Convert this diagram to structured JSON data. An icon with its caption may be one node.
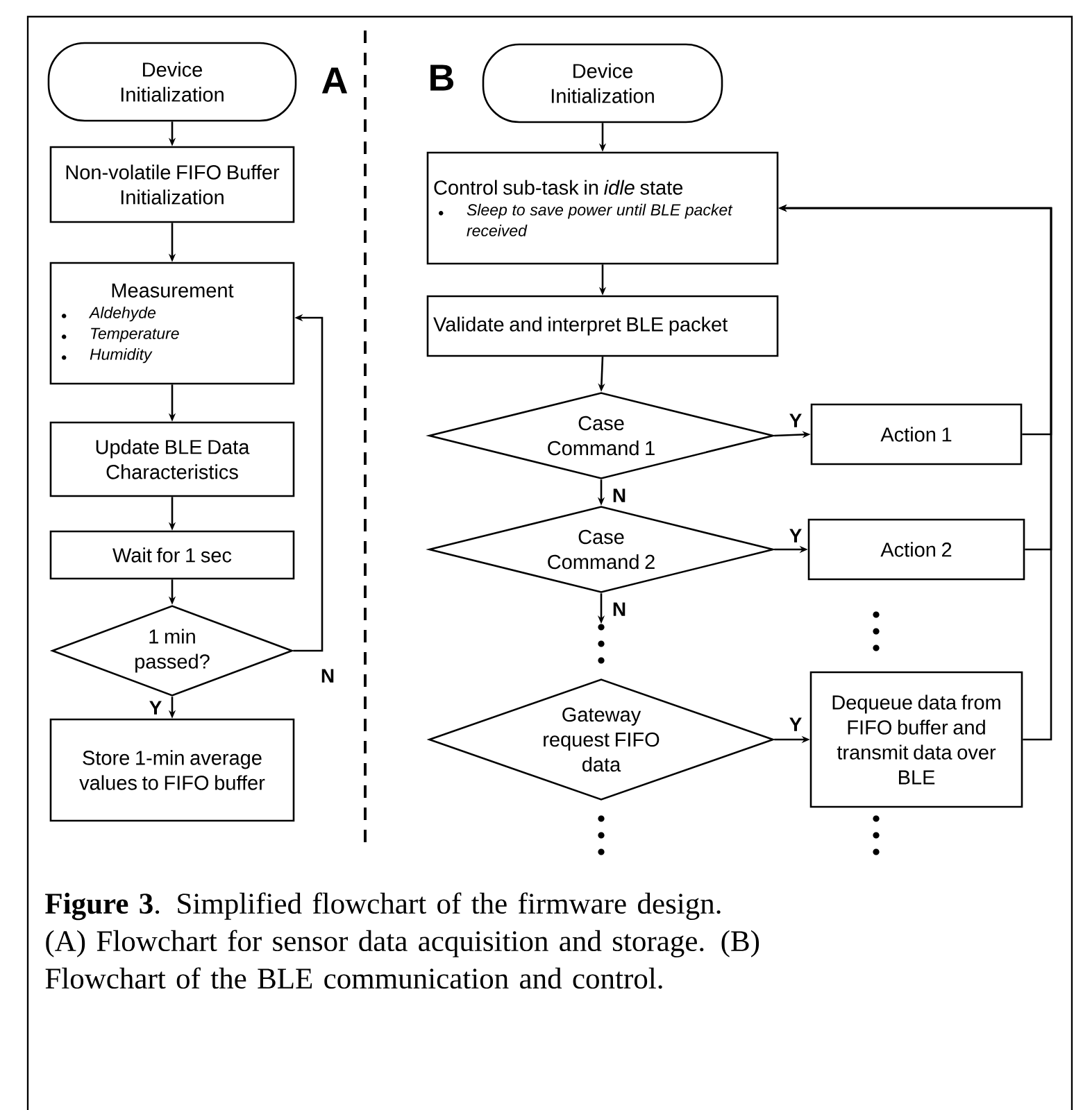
{
  "diagram": {
    "caption": "**Figure 3**. Simplified flowchart of the firmware design. (A) Flowchart for sensor data acquisition and storage. (B) Flowchart of the BLE communication and control.",
    "nodes": [
      {
        "text": [
          "Device Initialization"
        ]
      },
      {
        "text": [
          "Non-volatile FIFO Buffer Initialization"
        ]
      },
      {
        "text": [
          "Measurement",
          "Aldehyde",
          "Temperature",
          "Humidity"
        ]
      },
      {
        "text": [
          "Update BLE Data Characteristics"
        ]
      },
      {
        "text": [
          "Wait for 1 sec"
        ]
      },
      {
        "text": [
          "1 min passed?"
        ]
      },
      {
        "text": [
          "Store 1-min average values to FIFO buffer"
        ]
      },
      {
        "text": [
          "Device Initialization"
        ]
      },
      {
        "text": [
          "Control sub-task in *idle* state",
          "Sleep to save power until BLE packet received"
        ]
      },
      {
        "text": [
          "Validate and interpret BLE packet"
        ]
      },
      {
        "text": [
          "Case Command 1"
        ]
      },
      {
        "text": [
          "Action 1"
        ]
      },
      {
        "text": [
          "Case Command 2"
        ]
      },
      {
        "text": [
          "Action 2"
        ]
      },
      {
        "text": [
          "Gateway request FIFO data"
        ]
      },
      {
        "text": [
          "Dequeue data from FIFO buffer and transmit data over BLE"
        ]
      }
    ],
    "edges": [
      {
        "from": 0,
        "to": 1,
        "arrow": "to"
      },
      {
        "from": 1,
        "to": 2,
        "arrow": "to"
      },
      {
        "from": 2,
        "to": 3,
        "arrow": "to"
      },
      {
        "from": 3,
        "to": 4,
        "arrow": "to"
      },
      {
        "from": 4,
        "to": 5,
        "arrow": "to"
      },
      {
        "from": 5,
        "to": 6,
        "arrow": "to",
        "label": "Y"
      },
      {
        "from": 5,
        "to": 2,
        "arrow": "to",
        "label": "N"
      },
      {
        "from": 7,
        "to": 8,
        "arrow": "to"
      },
      {
        "from": 8,
        "to": 9,
        "arrow": "to"
      },
      {
        "from": 9,
        "to": 10,
        "arrow": "to"
      },
      {
        "from": 10,
        "to": 11,
        "arrow": "to",
        "label": "Y"
      },
      {
        "from": 10,
        "to": 12,
        "arrow": "to",
        "label": "N"
      },
      {
        "from": 12,
        "to": 13,
        "arrow": "to",
        "label": "Y"
      },
      {
        "from": 12,
        "to": null,
        "arrow": "to",
        "label": "N"
      },
      {
        "from": 14,
        "to": 15,
        "arrow": "to",
        "label": "Y"
      },
      {
        "from": 11,
        "to": 8,
        "arrow": "to"
      },
      {
        "from": 13,
        "to": 8,
        "arrow": "to"
      },
      {
        "from": 15,
        "to": 8,
        "arrow": "to"
      }
    ],
    "labels": [
      "A",
      "B"
    ]
  }
}
